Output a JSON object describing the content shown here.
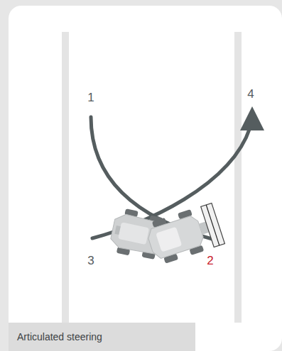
{
  "diagram": {
    "caption": "Articulated steering",
    "labels": [
      "1",
      "4",
      "3",
      "2"
    ]
  }
}
